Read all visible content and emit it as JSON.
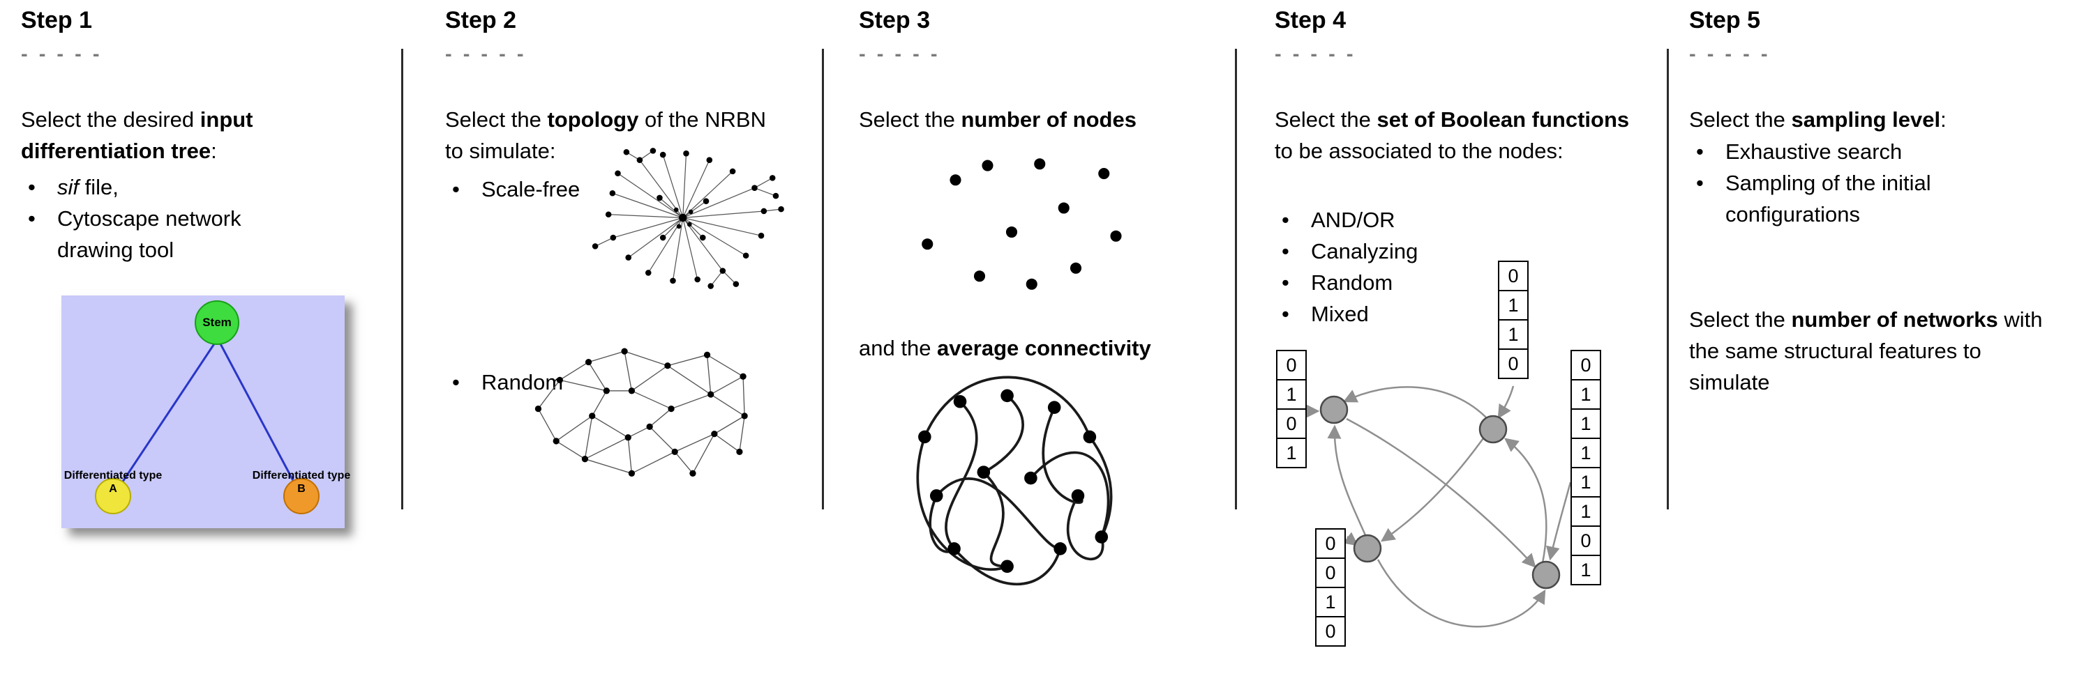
{
  "steps": [
    {
      "title": "Step 1",
      "dashes": "- - - - -",
      "intro": {
        "pre": "Select the desired ",
        "bold": "input differentiation tree",
        "post": ":"
      },
      "bullets": [
        {
          "italic": "sif",
          "text": " file,"
        },
        {
          "italic": "",
          "text": "Cytoscape network drawing tool"
        }
      ],
      "tree": {
        "root_label": "Stem",
        "left_label": "Differentiated type A",
        "right_label": "Differentiated type B",
        "colors": {
          "background": "#c9c9fa",
          "root": "#3edc3e",
          "left": "#efe53b",
          "right": "#f0992b",
          "edge": "#2936c8"
        }
      }
    },
    {
      "title": "Step 2",
      "dashes": "- - - - -",
      "intro": {
        "pre": "Select the ",
        "bold": "topology",
        "post": " of the NRBN to simulate:"
      },
      "bullets": [
        {
          "text": "Scale-free"
        },
        {
          "text": "Random"
        }
      ]
    },
    {
      "title": "Step 3",
      "dashes": "- - - - -",
      "intro": {
        "pre": "Select the ",
        "bold": "number of nodes",
        "post": ""
      },
      "intro2": {
        "pre": "and the ",
        "bold": "average connectivity",
        "post": ""
      }
    },
    {
      "title": "Step 4",
      "dashes": "- - - - -",
      "intro": {
        "pre": "Select the ",
        "bold": "set of Boolean functions",
        "post": " to be associated to the nodes:"
      },
      "bullets": [
        {
          "text": "AND/OR"
        },
        {
          "text": "Canalyzing"
        },
        {
          "text": "Random"
        },
        {
          "text": "Mixed"
        }
      ],
      "tables": {
        "top": [
          "0",
          "1",
          "1",
          "0"
        ],
        "left": [
          "0",
          "1",
          "0",
          "1"
        ],
        "bottom_left": [
          "0",
          "0",
          "1",
          "0"
        ],
        "right": [
          "0",
          "1",
          "1",
          "1",
          "1",
          "1",
          "0",
          "1"
        ]
      },
      "colors": {
        "node_fill": "#a3a3a3",
        "node_stroke": "#4a4a4a",
        "arrow": "#8f8f8f"
      }
    },
    {
      "title": "Step 5",
      "dashes": "- - - - -",
      "intro": {
        "pre": "Select the ",
        "bold": "sampling level",
        "post": ":"
      },
      "bullets": [
        {
          "text": "Exhaustive search"
        },
        {
          "text": "Sampling of the initial configurations"
        }
      ],
      "note": {
        "pre": "Select the ",
        "bold": "number of networks",
        "post": " with the same structural features to simulate"
      }
    }
  ]
}
